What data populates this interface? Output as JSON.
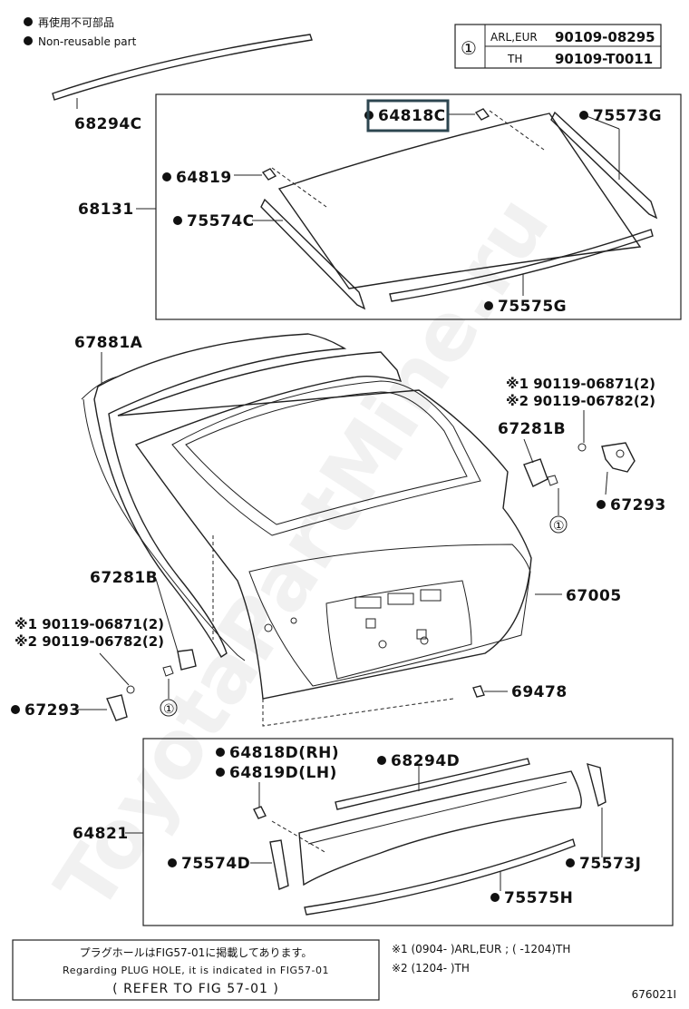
{
  "legend": {
    "jp": "再使用不可部品",
    "en": "Non-reusable part"
  },
  "code_table": {
    "symbol": "①",
    "rows": [
      {
        "region": "ARL,EUR",
        "part": "90109-08295"
      },
      {
        "region": "TH",
        "part": "90109-T0011"
      }
    ]
  },
  "labels": {
    "p68294C": "68294C",
    "p64818C": "64818C",
    "p75573G": "75573G",
    "p64819": "64819",
    "p68131": "68131",
    "p75574C": "75574C",
    "p75575G": "75575G",
    "p67881A": "67881A",
    "note1_a": "※1 90119-06871(2)",
    "note2_a": "※2 90119-06782(2)",
    "p67281B_a": "67281B",
    "p67293_a": "67293",
    "circle_a": "①",
    "p67005": "67005",
    "p67281B_b": "67281B",
    "note1_b": "※1 90119-06871(2)",
    "note2_b": "※2 90119-06782(2)",
    "p67293_b": "67293",
    "circle_b": "①",
    "p69478": "69478",
    "p64818D": "64818D(RH)",
    "p64819D": "64819D(LH)",
    "p68294D": "68294D",
    "p64821": "64821",
    "p75574D": "75574D",
    "p75573J": "75573J",
    "p75575H": "75575H"
  },
  "note_box": {
    "jp": "プラグホールはFIG57-01に掲載してあります。",
    "en": "Regarding PLUG HOLE, it is indicated in FIG57-01",
    "ref": "( REFER TO FIG 57-01 )"
  },
  "footnotes": {
    "fn1": "※1 (0904-        )ARL,EUR ; (        -1204)TH",
    "fn2": "※2 (1204-        )TH"
  },
  "figure_id": "676021I",
  "watermark": "ToyotaPartMine.ru"
}
